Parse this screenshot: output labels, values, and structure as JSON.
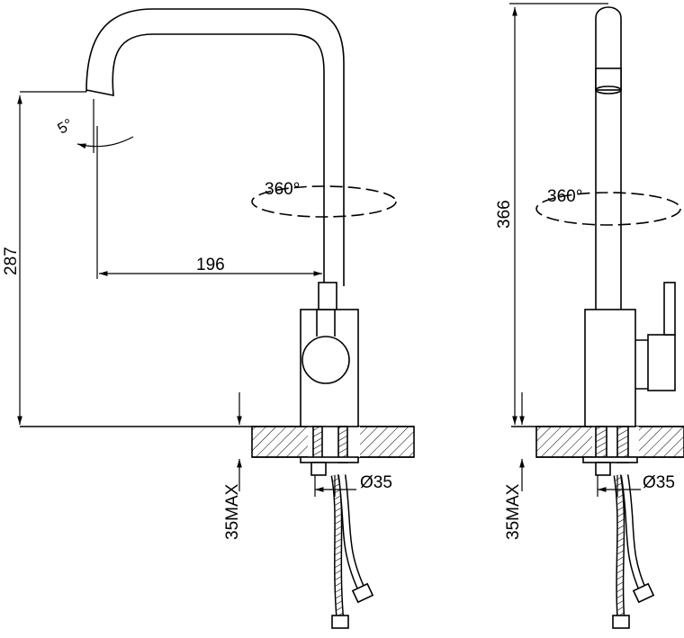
{
  "front_view": {
    "spout_angle": "5°",
    "rotation": "360°",
    "spout_reach": "196",
    "spout_height": "287",
    "hole_diameter": "Ø35",
    "max_thickness": "35MAX"
  },
  "side_view": {
    "rotation": "360°",
    "total_height": "366",
    "hole_diameter": "Ø35",
    "max_thickness": "35MAX"
  },
  "colors": {
    "line": "#000000",
    "background": "#ffffff"
  }
}
